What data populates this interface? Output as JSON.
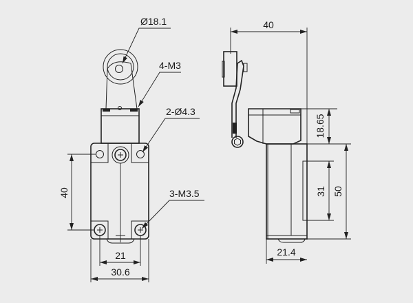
{
  "front_view": {
    "roller_diameter": "Ø18.1",
    "head_screws": "4-M3",
    "mount_holes": "2-Ø4.3",
    "terminal_screws": "3-M3.5",
    "hole_spacing_vertical": "40",
    "hole_spacing_horizontal": "21",
    "body_width": "30.6"
  },
  "side_view": {
    "overall_depth": "40",
    "head_height": "18.65",
    "body_height": "50",
    "cover_height": "31",
    "body_depth": "21.4"
  },
  "colors": {
    "background": "#ececec",
    "line": "#222222"
  }
}
